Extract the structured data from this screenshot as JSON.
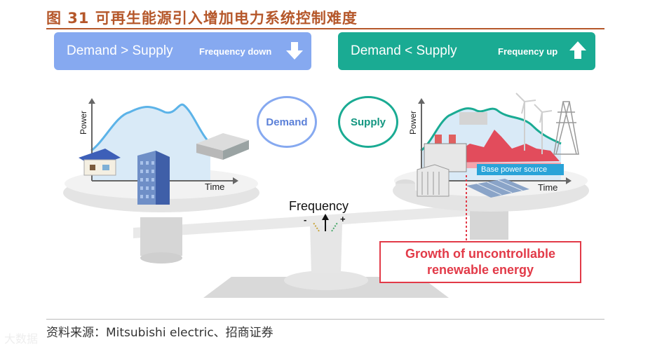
{
  "title": "图 31  可再生能源引入增加电力系统控制难度",
  "banners": {
    "left": {
      "main": "Demand > Supply",
      "freq": "Frequency down",
      "color": "#86a9f0"
    },
    "right": {
      "main": "Demand < Supply",
      "freq": "Frequency up",
      "color": "#1aab93"
    }
  },
  "bubbles": {
    "demand": "Demand",
    "supply": "Supply"
  },
  "axes": {
    "power": "Power",
    "time": "Time"
  },
  "frequency": {
    "label": "Frequency",
    "minus": "-",
    "plus": "+"
  },
  "base_power": "Base power source",
  "growth": {
    "line1": "Growth of uncontrollable",
    "line2": "renewable energy"
  },
  "source": "资料来源：Mitsubishi electric、招商证券",
  "watermark": "大数据"
}
